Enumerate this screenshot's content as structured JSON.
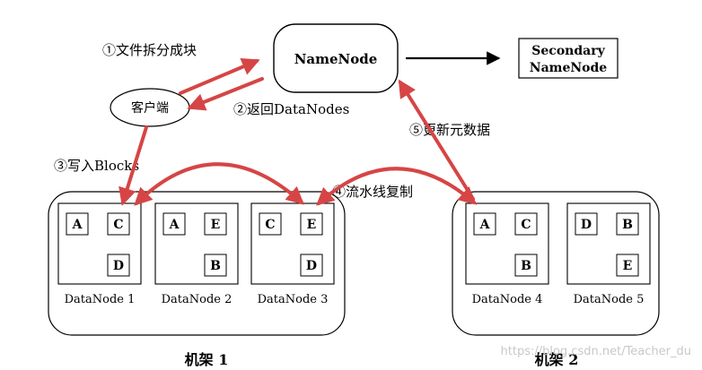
{
  "namenode": {
    "label": "NameNode"
  },
  "secondary": {
    "line1": "Secondary",
    "line2": "NameNode"
  },
  "client": {
    "label": "客户端"
  },
  "steps": {
    "split": "①文件拆分成块",
    "return_datanodes": "②返回DataNodes",
    "write_blocks": "③写入Blocks",
    "pipeline_copy": "④流水线复制",
    "update_metadata": "⑤更新元数据"
  },
  "racks": [
    {
      "label": "机架 1"
    },
    {
      "label": "机架 2"
    }
  ],
  "datanodes": [
    {
      "label": "DataNode 1",
      "blocks": [
        "A",
        "C",
        "D"
      ]
    },
    {
      "label": "DataNode 2",
      "blocks": [
        "A",
        "E",
        "B"
      ]
    },
    {
      "label": "DataNode 3",
      "blocks": [
        "C",
        "E",
        "D"
      ]
    },
    {
      "label": "DataNode 4",
      "blocks": [
        "A",
        "C",
        "B"
      ]
    },
    {
      "label": "DataNode 5",
      "blocks": [
        "D",
        "B",
        "E"
      ]
    }
  ],
  "watermark": "https://blog.csdn.net/Teacher_du",
  "colors": {
    "arrow": "#d64545",
    "line": "#000000"
  }
}
